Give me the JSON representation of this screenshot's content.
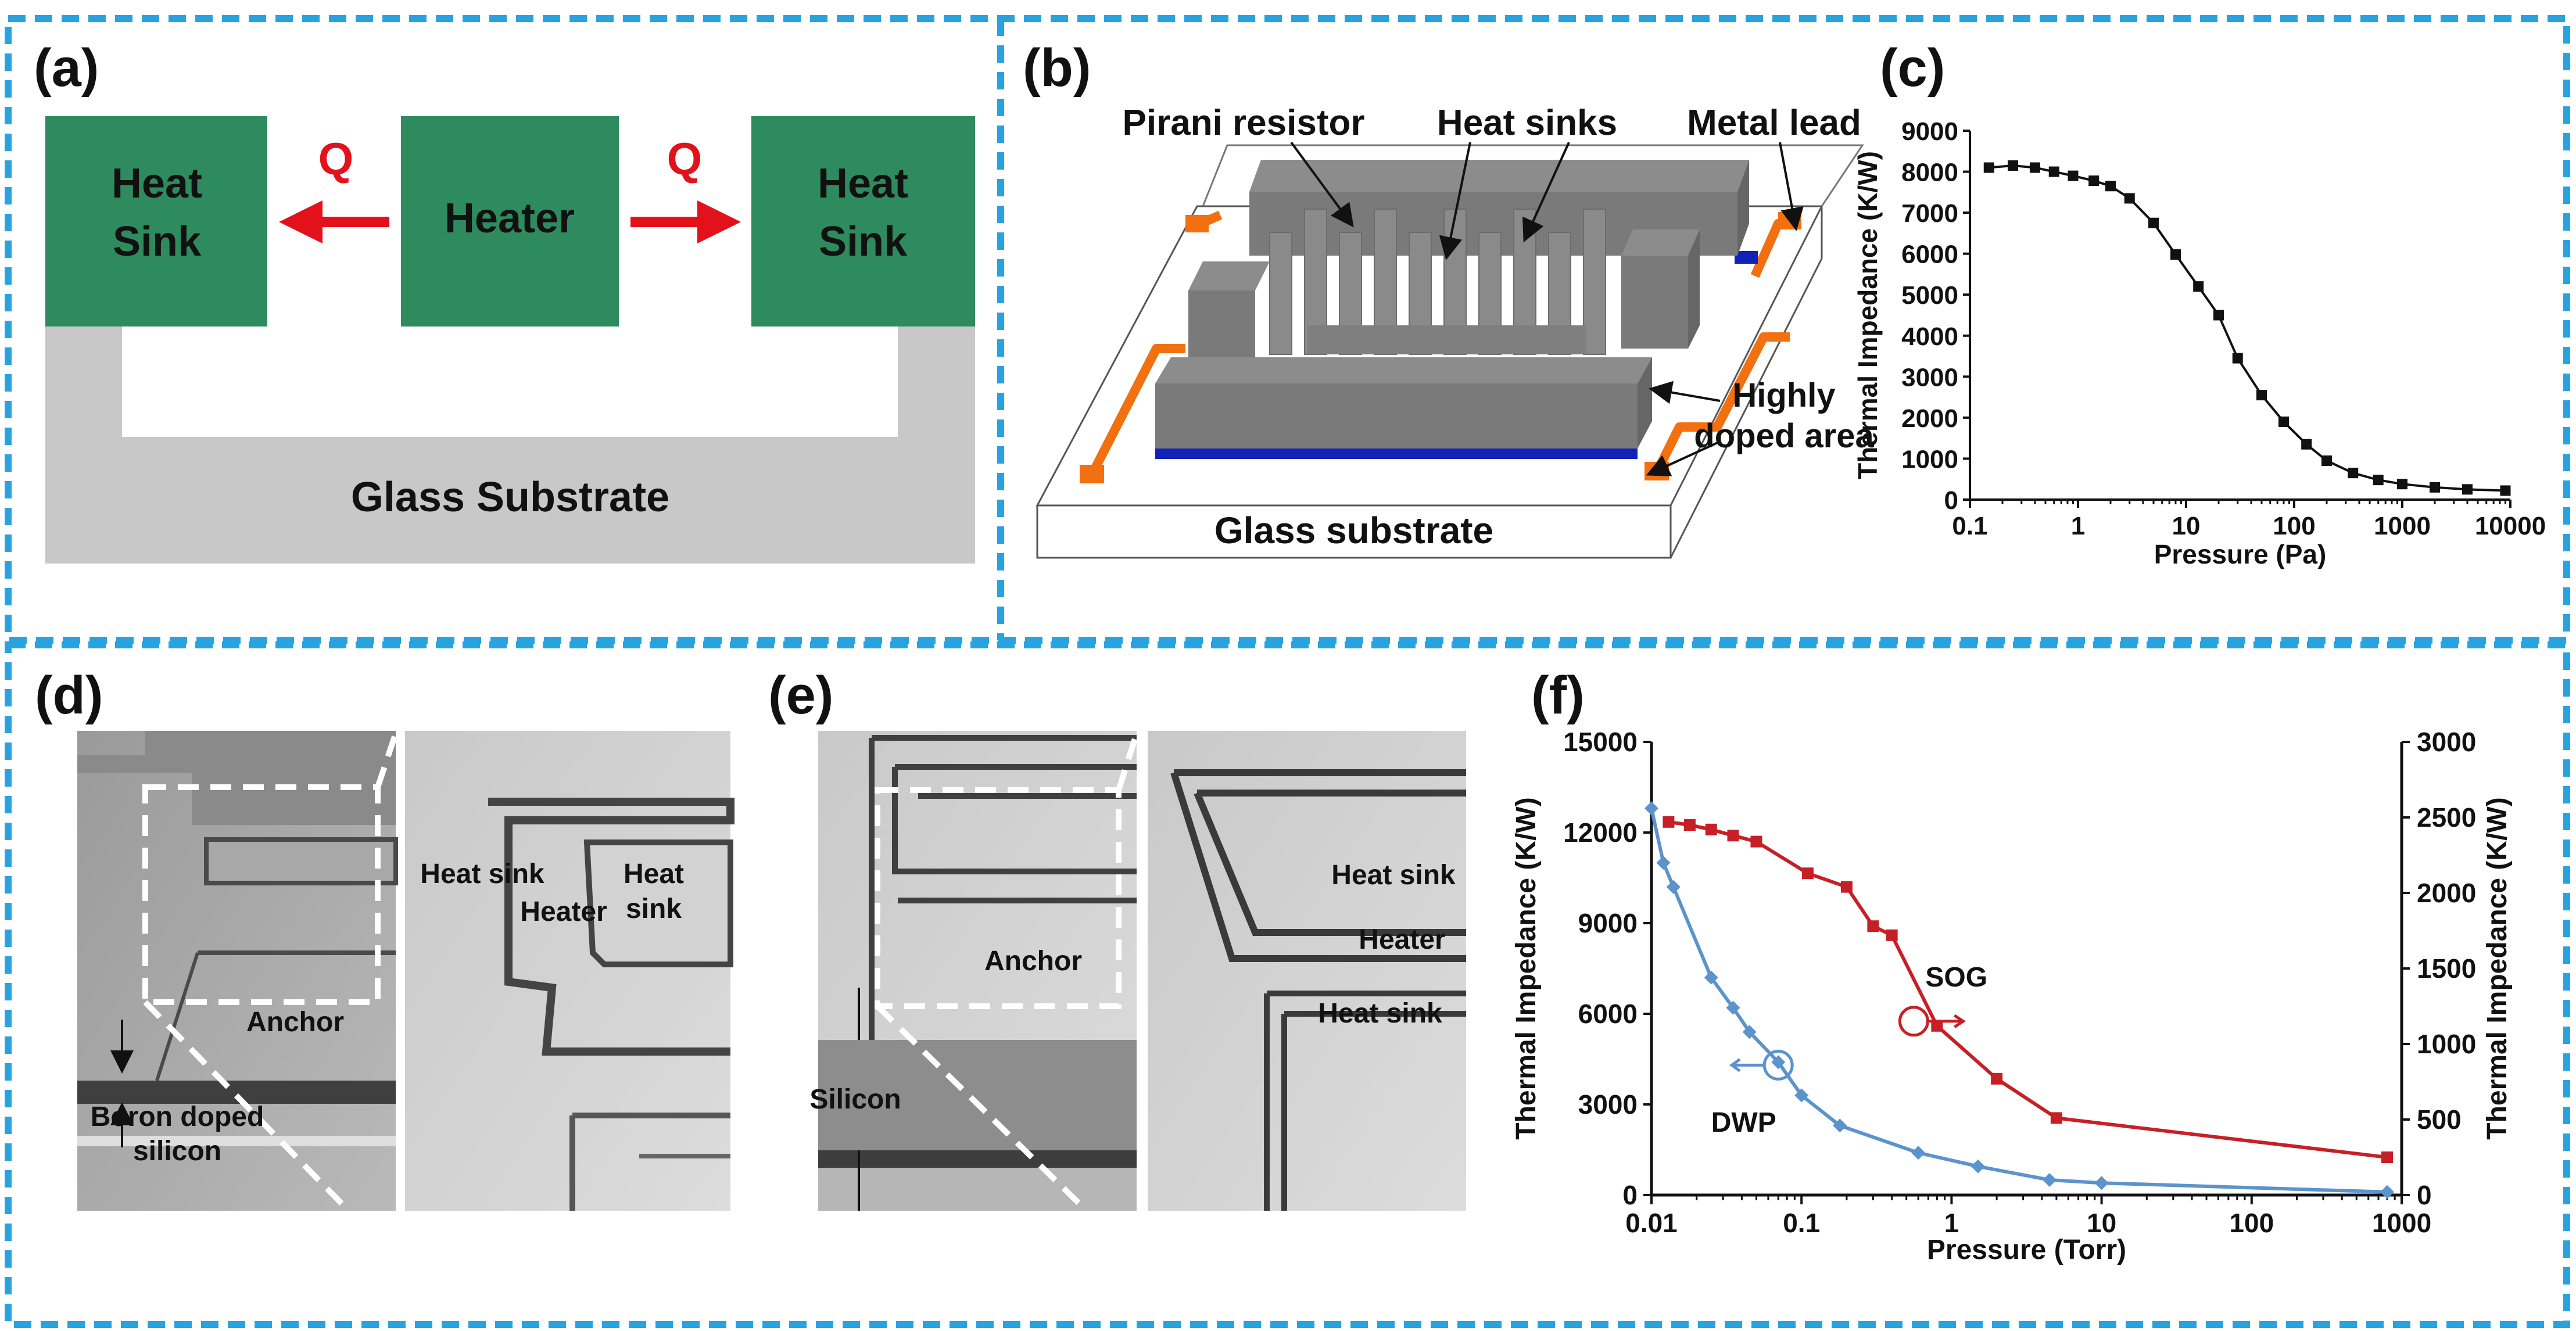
{
  "colors": {
    "frame": "#29a3e0",
    "green": "#2e8b5e",
    "substrate": "#c8c8c8",
    "arrow_red": "#e3111b",
    "orange": "#f2700f",
    "blue": "#1222b8",
    "block_gray": "#808080",
    "sog_red": "#c62026",
    "dwp_blue": "#5b93cd"
  },
  "panel_a": {
    "tag": "(a)",
    "heat_sink_left": [
      "Heat",
      "Sink"
    ],
    "heater": "Heater",
    "heat_sink_right": [
      "Heat",
      "Sink"
    ],
    "q_left": "Q",
    "q_right": "Q",
    "substrate": "Glass Substrate"
  },
  "panel_b": {
    "tag": "(b)",
    "pirani": "Pirani resistor",
    "heat_sinks": "Heat sinks",
    "metal_lead": "Metal lead",
    "highly_doped": [
      "Highly",
      "doped area"
    ],
    "substrate": "Glass substrate"
  },
  "panel_d": {
    "tag": "(d)",
    "heat_sink_a": "Heat sink",
    "heat_sink_b": [
      "Heat",
      "sink"
    ],
    "heater": "Heater",
    "anchor": "Anchor",
    "boron": [
      "Boron doped",
      "silicon"
    ]
  },
  "panel_e": {
    "tag": "(e)",
    "silicon": "Silicon",
    "anchor": "Anchor",
    "heat_sink_top": "Heat sink",
    "heater": "Heater",
    "heat_sink_bottom": "Heat sink"
  },
  "chart_data": [
    {
      "panel": "(c)",
      "type": "line",
      "xlabel": "Pressure (Pa)",
      "ylabel": "Thermal Impedance (K/W)",
      "xscale": "log",
      "xlim": [
        0.1,
        10000
      ],
      "ylim": [
        0,
        9000
      ],
      "xticks": [
        "0.1",
        "1",
        "10",
        "100",
        "1000",
        "10000"
      ],
      "yticks": [
        "0",
        "1000",
        "2000",
        "3000",
        "4000",
        "5000",
        "6000",
        "7000",
        "8000",
        "9000"
      ],
      "grid": false,
      "series": [
        {
          "marker": "square",
          "color": "#111111",
          "x": [
            0.15,
            0.25,
            0.4,
            0.6,
            0.9,
            1.4,
            2.0,
            3.0,
            5.0,
            8.0,
            13,
            20,
            30,
            50,
            80,
            130,
            200,
            350,
            600,
            1000,
            2000,
            4000,
            9000
          ],
          "y": [
            8100,
            8150,
            8100,
            8000,
            7900,
            7780,
            7650,
            7350,
            6750,
            5980,
            5200,
            4500,
            3450,
            2550,
            1900,
            1350,
            950,
            650,
            480,
            380,
            300,
            250,
            220
          ]
        }
      ]
    },
    {
      "panel": "(f)",
      "type": "line",
      "xlabel": "Pressure (Torr)",
      "ylabel": "Thermal Impedance (K/W)",
      "ylabel_right": "Thermal Impedance (K/W)",
      "xscale": "log",
      "xlim": [
        0.01,
        1000
      ],
      "ylim": [
        0,
        15000
      ],
      "ylim_right": [
        0,
        3000
      ],
      "xticks": [
        "0.01",
        "0.1",
        "1",
        "10",
        "100",
        "1000"
      ],
      "yticks": [
        "0",
        "3000",
        "6000",
        "9000",
        "12000",
        "15000"
      ],
      "yticks_right": [
        "0",
        "500",
        "1000",
        "1500",
        "2000",
        "2500",
        "3000"
      ],
      "annotations": [
        "SOG",
        "DWP"
      ],
      "series": [
        {
          "name": "SOG",
          "axis": "right",
          "marker": "square",
          "color": "#c62026",
          "x": [
            0.013,
            0.018,
            0.025,
            0.035,
            0.05,
            0.11,
            0.2,
            0.3,
            0.4,
            0.8,
            2.0,
            5.0,
            800
          ],
          "y": [
            2470,
            2450,
            2420,
            2380,
            2340,
            2130,
            2040,
            1780,
            1720,
            1120,
            770,
            510,
            250
          ]
        },
        {
          "name": "DWP",
          "axis": "left",
          "marker": "diamond",
          "color": "#5b93cd",
          "x": [
            0.01,
            0.012,
            0.014,
            0.025,
            0.035,
            0.045,
            0.07,
            0.1,
            0.18,
            0.6,
            1.5,
            4.5,
            10,
            800
          ],
          "y": [
            12800,
            11000,
            10200,
            7200,
            6200,
            5400,
            4400,
            3300,
            2300,
            1400,
            950,
            500,
            400,
            100
          ]
        }
      ]
    }
  ],
  "panel_c": {
    "tag": "(c)"
  },
  "panel_f": {
    "tag": "(f)"
  }
}
